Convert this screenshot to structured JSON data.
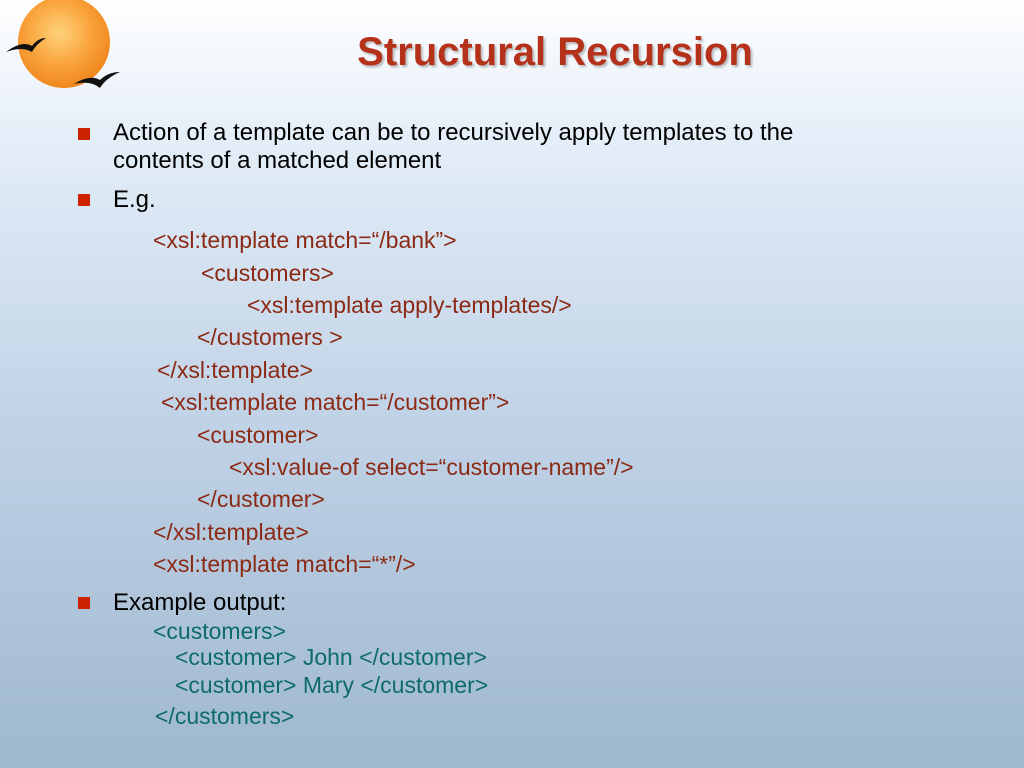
{
  "slide": {
    "title": "Structural Recursion",
    "bullets": [
      {
        "line1": "Action of a template can be to recursively apply templates to the",
        "line2": "contents of a matched element"
      },
      {
        "text": "E.g."
      },
      {
        "text": "Example output:"
      }
    ],
    "code_lines": [
      "<xsl:template match=“/bank”>",
      "<customers>",
      "<xsl:template apply-templates/>",
      "</customers >",
      "</xsl:template>",
      "<xsl:template match=“/customer”>",
      "<customer>",
      "<xsl:value-of select=“customer-name”/>",
      "</customer>",
      "</xsl:template>",
      "<xsl:template match=“*”/>"
    ],
    "output_lines": [
      "<customers>",
      "<customer> John </customer>",
      "<customer> Mary </customer>",
      "</customers>"
    ]
  },
  "colors": {
    "title": "#b5311a",
    "bullet": "#cc2200",
    "code": "#8b2a14",
    "output": "#0e6b6b",
    "text": "#000000"
  },
  "icons": {
    "logo": "sun-with-birds-icon"
  }
}
